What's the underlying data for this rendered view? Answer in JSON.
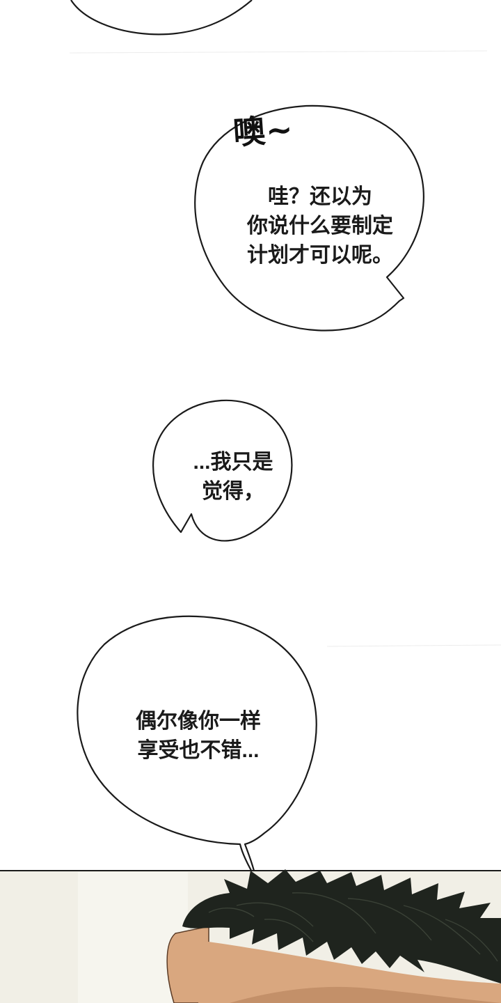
{
  "panel_one": {
    "sfx": "噢~",
    "bubble_one": {
      "lines": [
        "哇？还以为",
        "你说什么要制定",
        "计划才可以呢。"
      ]
    },
    "bubble_two": {
      "lines": [
        "...我只是",
        "觉得，"
      ]
    },
    "bubble_three": {
      "lines": [
        "偶尔像你一样",
        "享受也不错..."
      ]
    }
  },
  "colors": {
    "background": "#ffffff",
    "ink": "#1a1a1a",
    "hair": "#1f241e",
    "skin": "#d9a77f",
    "wall": "#f1efe6"
  }
}
